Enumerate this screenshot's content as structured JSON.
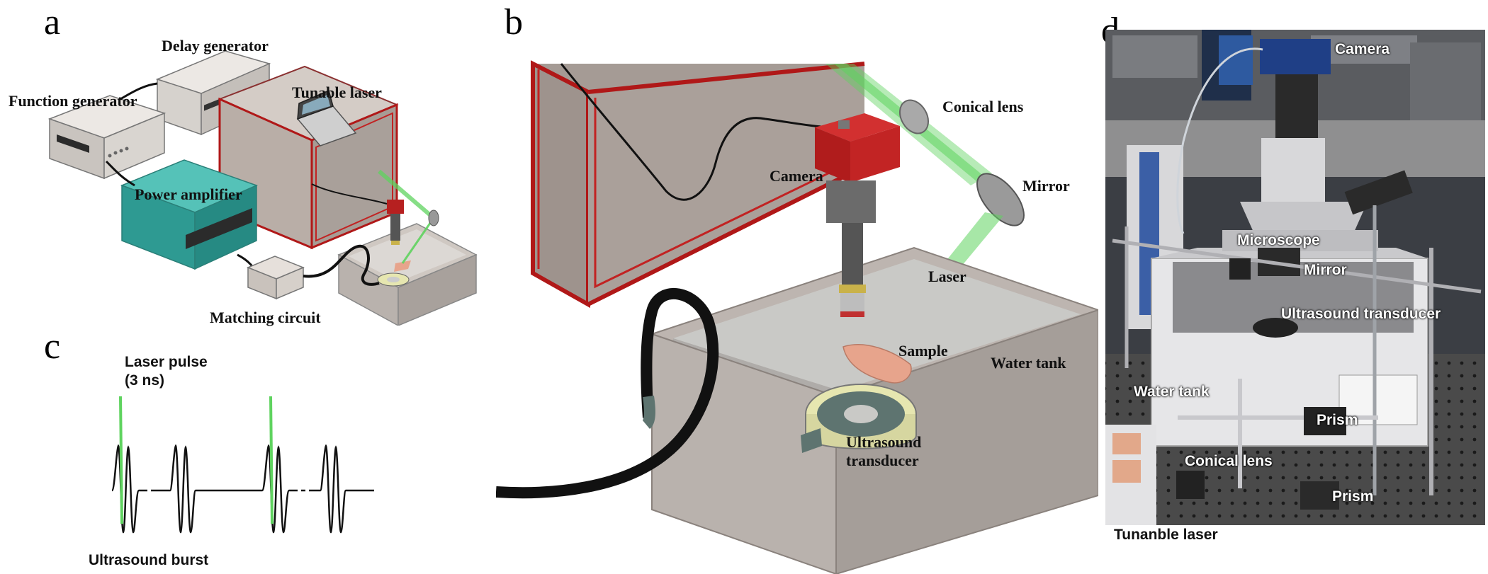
{
  "panels": {
    "a": {
      "label": "a",
      "labels": {
        "delay_generator": "Delay generator",
        "function_generator": "Function generator",
        "tunable_laser": "Tunable laser",
        "power_amplifier": "Power amplifier",
        "matching_circuit": "Matching circuit"
      }
    },
    "b": {
      "label": "b",
      "labels": {
        "conical_lens": "Conical lens",
        "camera": "Camera",
        "mirror": "Mirror",
        "laser": "Laser",
        "sample": "Sample",
        "water_tank": "Water tank",
        "ultrasound_transducer_line1": "Ultrasound",
        "ultrasound_transducer_line2": "transducer"
      }
    },
    "c": {
      "label": "c",
      "labels": {
        "laser_pulse_line1": "Laser pulse",
        "laser_pulse_line2": "(3 ns)",
        "ultrasound_burst": "Ultrasound burst"
      }
    },
    "d": {
      "label": "d",
      "labels": {
        "camera": "Camera",
        "microscope": "Microscope",
        "mirror": "Mirror",
        "ultrasound_transducer": "Ultrasound transducer",
        "water_tank": "Water tank",
        "prism_upper": "Prism",
        "conical_lens": "Conical lens",
        "prism_lower": "Prism",
        "tunable_laser": "Tunanble laser"
      }
    }
  },
  "colors": {
    "laser_green": "#5fd35f",
    "amplifier_teal": "#2e9a92",
    "enclosure_red": "#b01818",
    "tank_gray": "#b9b2ad",
    "sample_pink": "#e7a48c",
    "transducer_yellow": "#e6e6b0"
  }
}
